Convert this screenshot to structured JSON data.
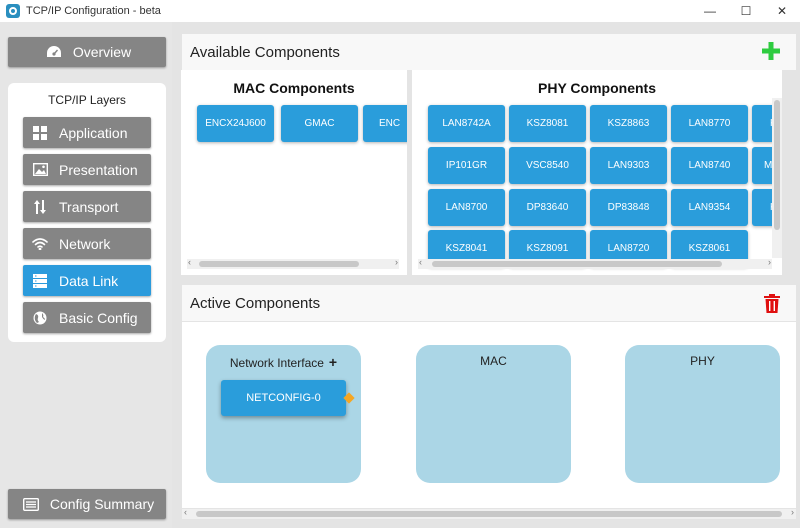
{
  "window": {
    "title": "TCP/IP Configuration - beta",
    "controls": [
      "—",
      "☐",
      "✕"
    ]
  },
  "sidebar": {
    "overview_label": "Overview",
    "layers_title": "TCP/IP Layers",
    "layers": [
      {
        "label": "Application",
        "icon": "grid-icon",
        "active": false
      },
      {
        "label": "Presentation",
        "icon": "image-icon",
        "active": false
      },
      {
        "label": "Transport",
        "icon": "arrows-updown-icon",
        "active": false
      },
      {
        "label": "Network",
        "icon": "wifi-icon",
        "active": false
      },
      {
        "label": "Data Link",
        "icon": "server-icon",
        "active": true
      },
      {
        "label": "Basic Config",
        "icon": "globe-icon",
        "active": false
      }
    ],
    "summary_label": "Config Summary"
  },
  "available": {
    "title": "Available Components",
    "mac": {
      "title": "MAC Components",
      "items": [
        "ENCX24J600",
        "GMAC",
        "ENC"
      ]
    },
    "phy": {
      "title": "PHY Components",
      "rows": [
        [
          "LAN8742A",
          "KSZ8081",
          "KSZ8863",
          "LAN8770",
          "K"
        ],
        [
          "IP101GR",
          "VSC8540",
          "LAN9303",
          "LAN8740",
          "MI"
        ],
        [
          "LAN8700",
          "DP83640",
          "DP83848",
          "LAN9354",
          "K"
        ],
        [
          "KSZ8041",
          "KSZ8091",
          "LAN8720",
          "KSZ8061"
        ]
      ]
    }
  },
  "active": {
    "title": "Active Components",
    "bins": [
      {
        "title": "Network Interface",
        "plus": "+",
        "items": [
          "NETCONFIG-0"
        ]
      },
      {
        "title": "MAC",
        "items": []
      },
      {
        "title": "PHY",
        "items": []
      }
    ]
  },
  "colors": {
    "accent": "#2a9ddb",
    "sidebar_button": "#858585",
    "bin": "#abd6e6",
    "add": "#2ecc40",
    "delete": "#e01010"
  }
}
